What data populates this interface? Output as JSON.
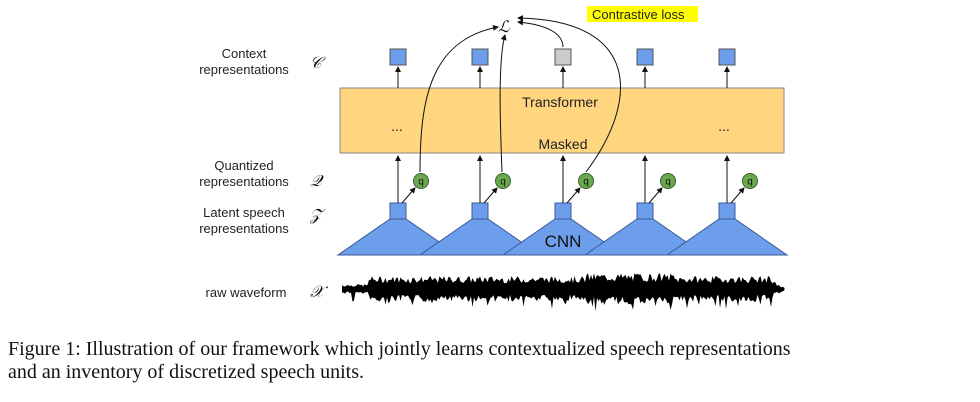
{
  "figure": {
    "row_labels": {
      "context": {
        "line1": "Context",
        "line2": "representations",
        "symbol": "𝒞"
      },
      "quantized": {
        "line1": "Quantized",
        "line2": "representations",
        "symbol": "𝒬"
      },
      "latent": {
        "line1": "Latent speech",
        "line2": "representations",
        "symbol": "𝒵"
      },
      "raw": {
        "line1": "raw waveform",
        "symbol": "𝒳"
      }
    },
    "loss_symbol": "ℒ",
    "contrastive_loss_label": "Contrastive loss",
    "transformer_label": "Transformer",
    "masked_label": "Masked",
    "ellipsis": "...",
    "cnn_label": "CNN",
    "quantizer_label": "q",
    "colors": {
      "context_box": "#6d9eeb",
      "masked_context_box": "#cccccc",
      "transformer_fill": "#ffd580",
      "cnn_fill": "#6d9eeb",
      "quantizer_fill": "#6aa84f",
      "highlight": "#ffff00",
      "waveform": "#000000"
    },
    "num_timesteps": 5,
    "masked_timestep_index": 2
  },
  "caption": {
    "line1": "Figure 1: Illustration of our framework which jointly learns contextualized speech representations",
    "line2": "and an inventory of discretized speech units."
  }
}
